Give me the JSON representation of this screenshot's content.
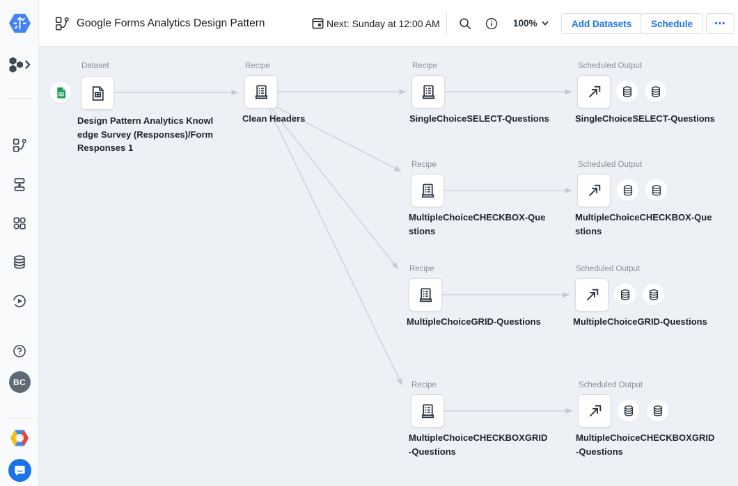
{
  "header": {
    "flow_title": "Google Forms Analytics Design Pattern",
    "next_run": "Next: Sunday at 12:00 AM",
    "zoom_value": "100%",
    "buttons": {
      "add_datasets": "Add Datasets",
      "schedule": "Schedule",
      "more": "⋯"
    }
  },
  "sidebar": {
    "avatar_initials": "BC"
  },
  "flow": {
    "nodes": [
      {
        "type_label": "Dataset",
        "name_lines": [
          "Design Pattern Analytics Knowl",
          "edge Survey (Responses)/Form",
          "Responses 1"
        ]
      },
      {
        "type_label": "Recipe",
        "name_lines": [
          "Clean Headers"
        ]
      },
      {
        "type_label": "Recipe",
        "name_lines": [
          "SingleChoiceSELECT-Questions"
        ]
      },
      {
        "type_label": "Scheduled Output",
        "name_lines": [
          "SingleChoiceSELECT-Questions"
        ]
      },
      {
        "type_label": "Recipe",
        "name_lines": [
          "MultipleChoiceCHECKBOX-Que",
          "stions"
        ]
      },
      {
        "type_label": "Scheduled Output",
        "name_lines": [
          "MultipleChoiceCHECKBOX-Que",
          "stions"
        ]
      },
      {
        "type_label": "Recipe",
        "name_lines": [
          "MultipleChoiceGRID-Questions"
        ]
      },
      {
        "type_label": "Scheduled Output",
        "name_lines": [
          "MultipleChoiceGRID-Questions"
        ]
      },
      {
        "type_label": "Recipe",
        "name_lines": [
          "MultipleChoiceCHECKBOXGRID",
          "-Questions"
        ]
      },
      {
        "type_label": "Scheduled Output",
        "name_lines": [
          "MultipleChoiceCHECKBOXGRID",
          "-Questions"
        ]
      }
    ]
  },
  "colors": {
    "accent": "#1a73e8",
    "canvas_bg": "#edf0f5",
    "connector": "#ccd3db",
    "sheets_green": "#179c58"
  }
}
